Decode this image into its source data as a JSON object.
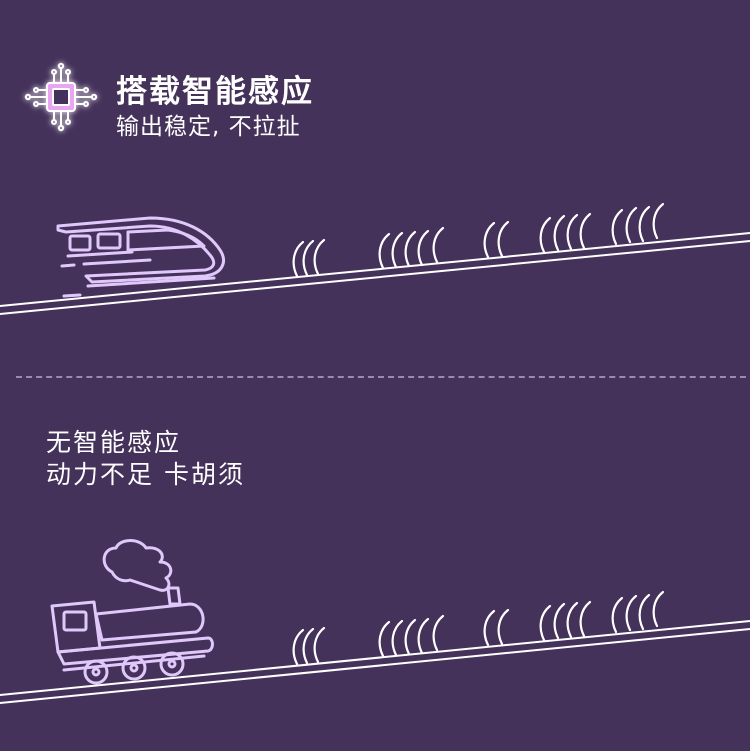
{
  "top_panel": {
    "icon": "chip-icon",
    "title": "搭载智能感应",
    "subtitle": "输出稳定, 不拉扯",
    "vehicle_icon": "bullet-train-icon"
  },
  "bottom_panel": {
    "line1": "无智能感应",
    "line2": "动力不足 卡胡须",
    "vehicle_icon": "steam-train-icon"
  },
  "colors": {
    "background": "#45325b",
    "accent": "#e0c8fb",
    "line": "#ffffff"
  }
}
